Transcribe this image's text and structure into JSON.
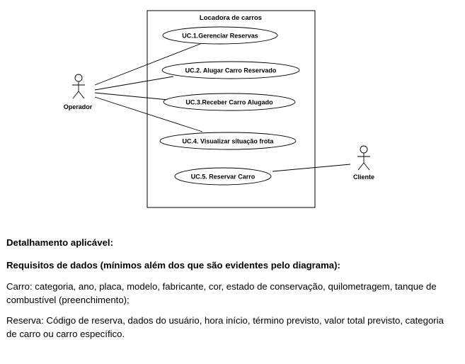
{
  "diagram": {
    "system_title": "Locadora de carros",
    "use_cases": [
      {
        "id": "uc1",
        "label": "UC.1.Gerenciar Reservas"
      },
      {
        "id": "uc2",
        "label": "UC.2. Alugar Carro Reservado"
      },
      {
        "id": "uc3",
        "label": "UC.3.Receber Carro Alugado"
      },
      {
        "id": "uc4",
        "label": "UC.4. Visualizar situação frota"
      },
      {
        "id": "uc5",
        "label": "UC.5. Reservar Carro"
      }
    ],
    "actors": [
      {
        "id": "operador",
        "label": "Operador"
      },
      {
        "id": "cliente",
        "label": "Cliente"
      }
    ]
  },
  "text": {
    "detail_heading": "Detalhamento aplicável:",
    "data_heading": "Requisitos de dados (mínimos além dos que são evidentes pelo diagrama):",
    "carro": "Carro: categoria, ano, placa, modelo, fabricante, cor, estado de conservação, quilometragem, tanque de combustível (preenchimento);",
    "reserva": "Reserva: Código de reserva, dados do usuário, hora início, término previsto, valor total previsto, categoria de carro ou carro específico."
  }
}
